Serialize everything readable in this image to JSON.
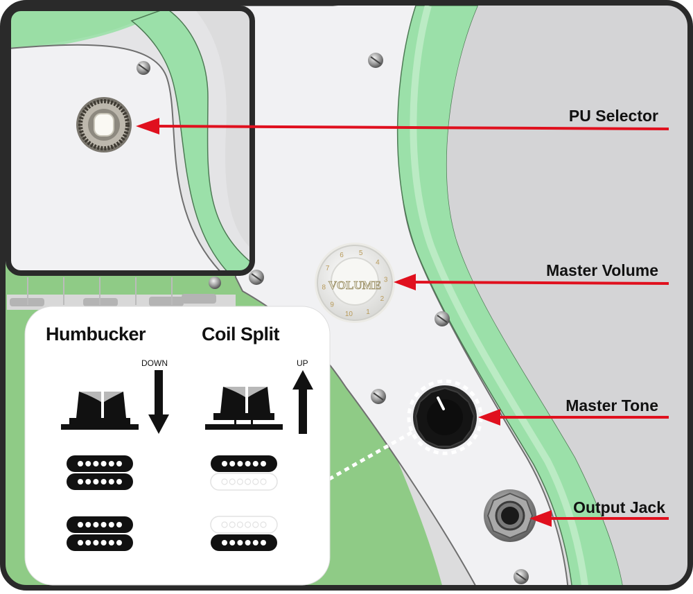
{
  "callouts": {
    "pu_selector": "PU Selector",
    "master_volume": "Master Volume",
    "master_tone": "Master Tone",
    "output_jack": "Output Jack"
  },
  "knob": {
    "volume_text": "VOLUME",
    "numbers": [
      "1",
      "2",
      "3",
      "4",
      "5",
      "6",
      "7",
      "8",
      "9",
      "10"
    ]
  },
  "modes": {
    "humbucker": {
      "title": "Humbucker",
      "direction": "DOWN"
    },
    "coil_split": {
      "title": "Coil Split",
      "direction": "UP"
    }
  },
  "colors": {
    "guitar_green": "#8fcb86",
    "binding_green": "#9be0a9",
    "pickguard": "#f1f1f3",
    "arrow_red": "#e0101e",
    "background_gray": "#dcdcdd",
    "frame": "#2a2a2a"
  }
}
